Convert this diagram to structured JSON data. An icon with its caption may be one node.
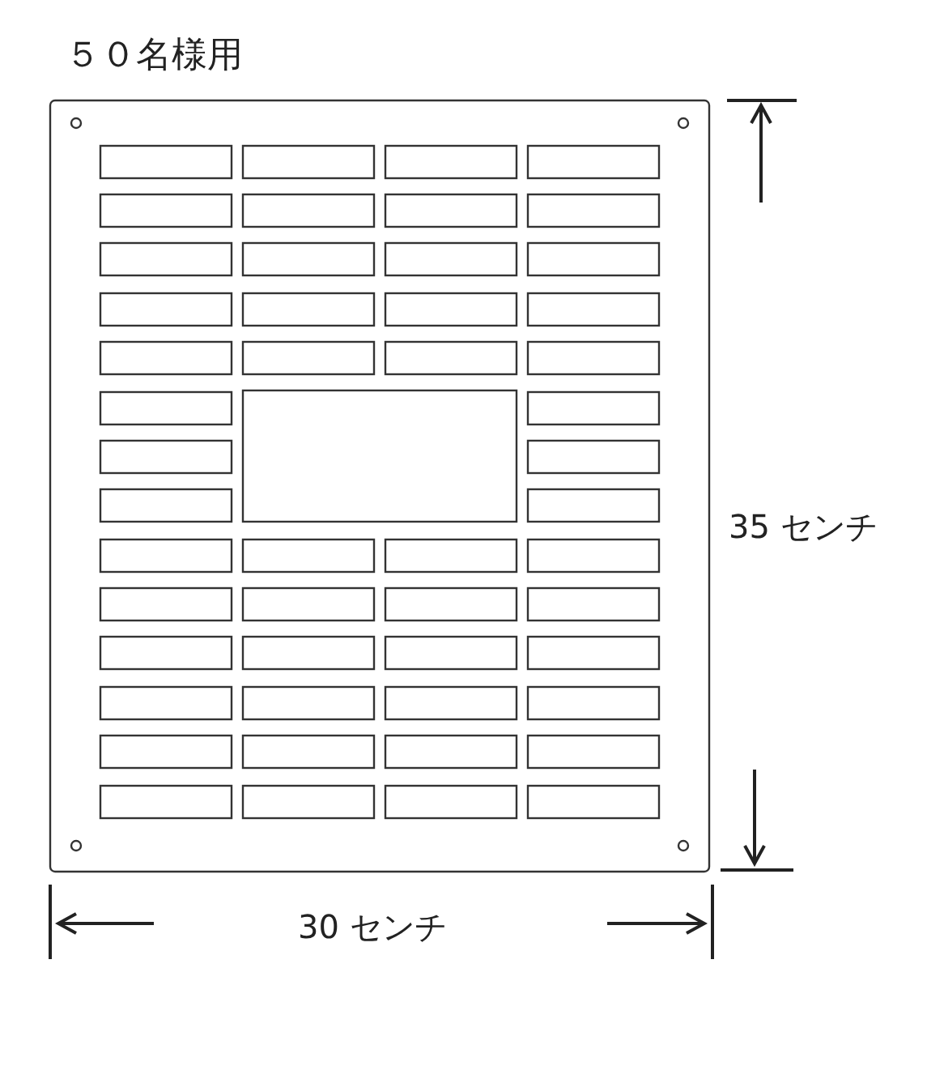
{
  "diagram": {
    "title": "５０名様用",
    "labels": [
      "35 センチ",
      "30 センチ"
    ]
  }
}
